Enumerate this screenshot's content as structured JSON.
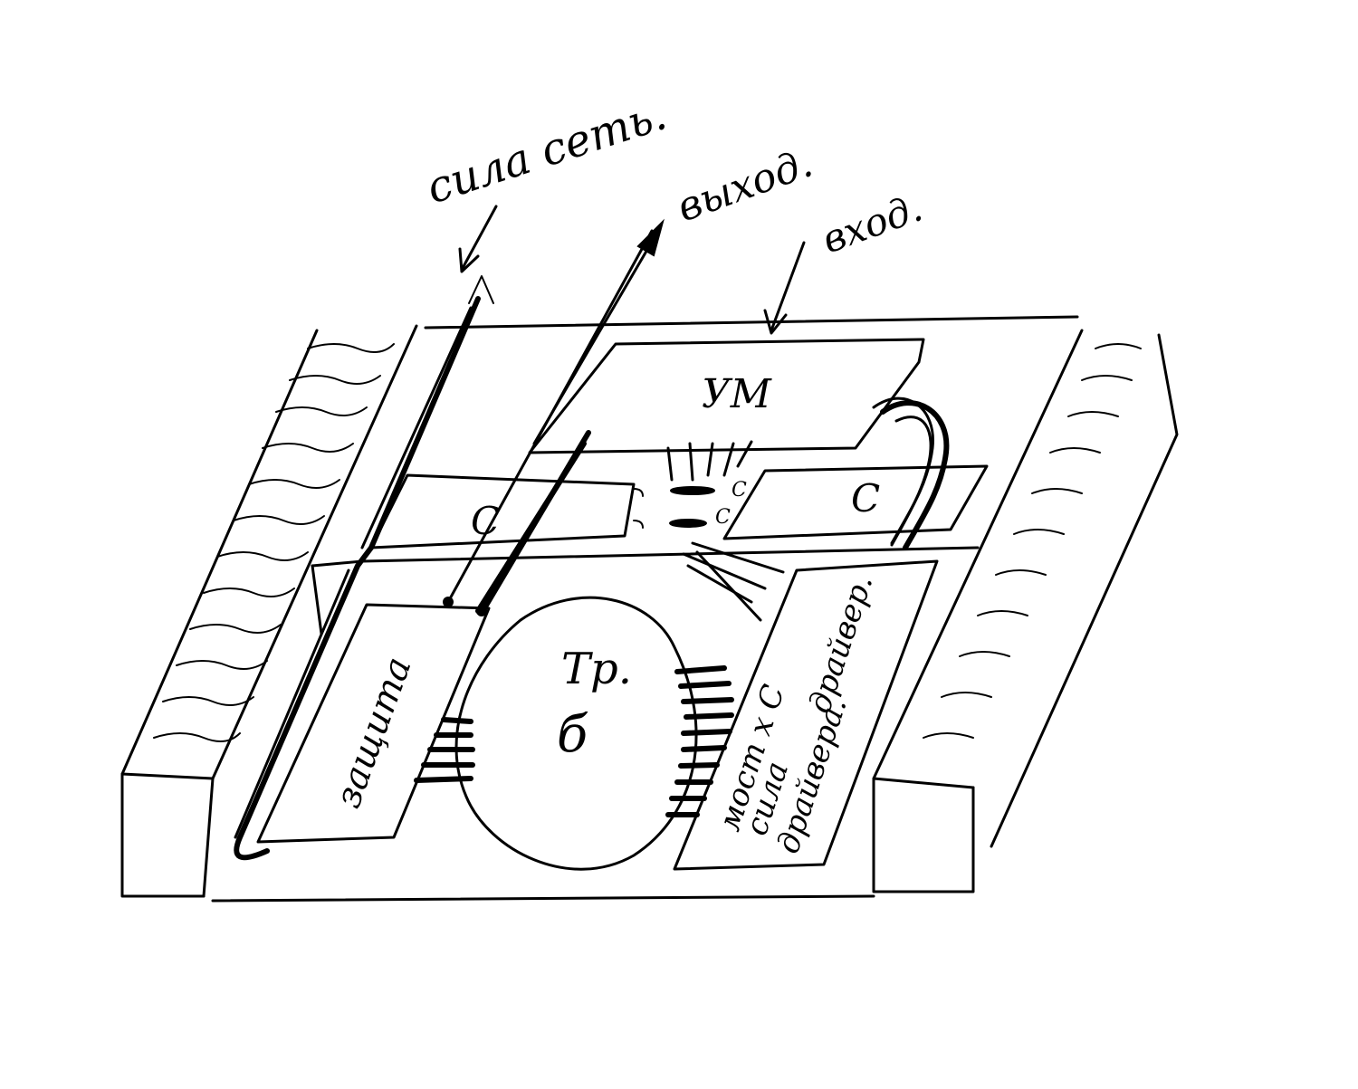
{
  "labels": {
    "power_input": "сила сеть.",
    "output": "выход.",
    "input": "вход.",
    "amplifier": "УМ",
    "capacitor_left": "С",
    "capacitor_right": "С",
    "cap_small_1": "С",
    "cap_small_2": "С",
    "protection": "защита",
    "transformer": "Тр.",
    "transformer_mark": "б",
    "bridge_line1": "мост x С",
    "bridge_line2": "сила",
    "bridge_line3": "драйвера.",
    "bridge_line4": "драйвер."
  },
  "colors": {
    "ink": "#000000",
    "paper": "#ffffff"
  }
}
